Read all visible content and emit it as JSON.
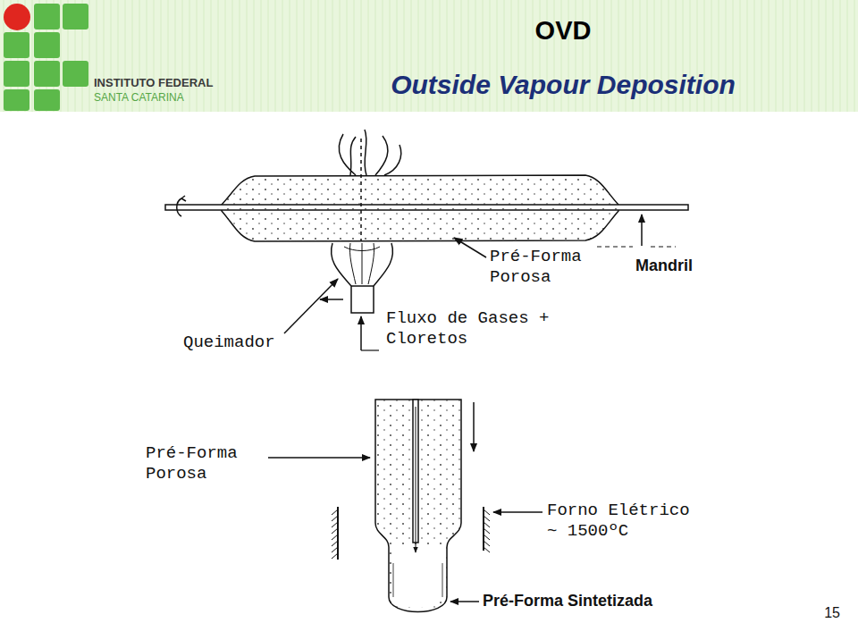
{
  "diagram": {
    "title": "OVD",
    "labels": [
      "INSTITUTO FEDERAL",
      "SANTA CATARINA",
      "Outside Vapour Deposition",
      "Pré-Forma Porosa",
      "Mandril",
      "Queimador",
      "Fluxo de Gases + Cloretos",
      "Pré-Forma Porosa",
      "Forno Elétrico ~ 1500ºC",
      "Pré-Forma Sintetizada",
      "15"
    ]
  }
}
